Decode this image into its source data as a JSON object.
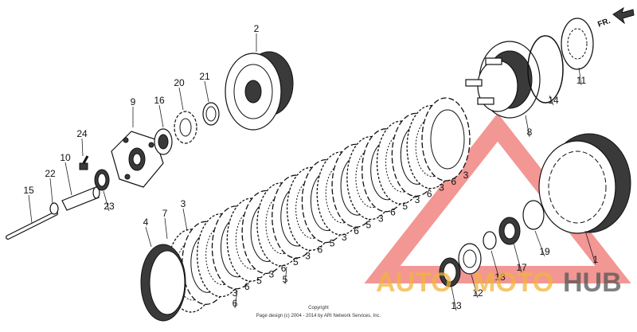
{
  "diagram": {
    "direction_label": "FR.",
    "callouts": [
      {
        "label": "1"
      },
      {
        "label": "2"
      },
      {
        "label": "3"
      },
      {
        "label": "4"
      },
      {
        "label": "5"
      },
      {
        "label": "6"
      },
      {
        "label": "7"
      },
      {
        "label": "8"
      },
      {
        "label": "9"
      },
      {
        "label": "10"
      },
      {
        "label": "11"
      },
      {
        "label": "12"
      },
      {
        "label": "13"
      },
      {
        "label": "14"
      },
      {
        "label": "15"
      },
      {
        "label": "16"
      },
      {
        "label": "17"
      },
      {
        "label": "18"
      },
      {
        "label": "19"
      },
      {
        "label": "20"
      },
      {
        "label": "21"
      },
      {
        "label": "22"
      },
      {
        "label": "23"
      },
      {
        "label": "24"
      }
    ],
    "stack_labels": [
      "3",
      "6",
      "5",
      "3",
      "6",
      "5",
      "3",
      "6",
      "5",
      "3",
      "6",
      "5",
      "3",
      "6",
      "5",
      "3",
      "6",
      "3",
      "6",
      "3"
    ]
  },
  "watermark": {
    "part1": "AUTO",
    "part2": "MOTO",
    "part3": "HUB"
  },
  "copyright": {
    "heading": "Copyright",
    "text": "Page design (c) 2004 - 2014 by ARI Network Services, Inc."
  }
}
